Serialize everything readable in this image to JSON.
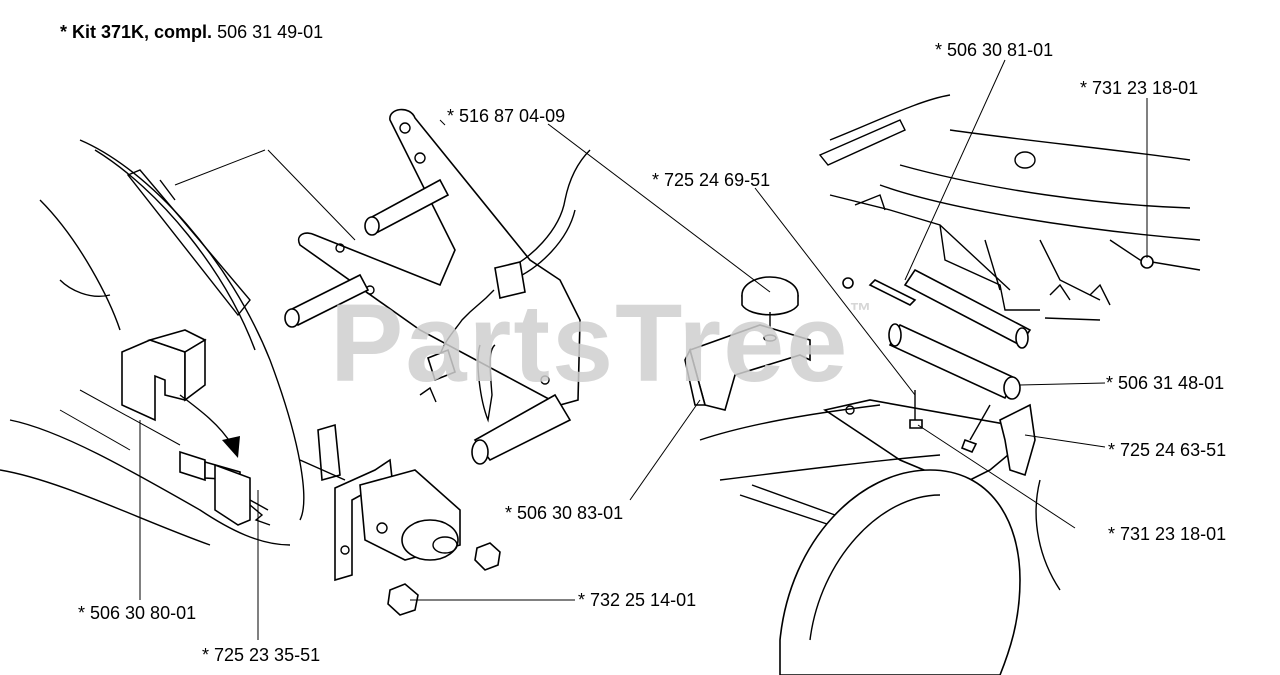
{
  "kit": {
    "prefix": "* ",
    "name": "Kit 371K, compl.",
    "number": "506 31 49-01"
  },
  "watermark": {
    "text": "PartsTree",
    "mark": "™"
  },
  "labels": {
    "p516870409": "* 516 87 04-09",
    "p506308101": "* 506 30 81-01",
    "p731231801a": "* 731 23 18-01",
    "p725246951": "* 725 24 69-51",
    "p506314801": "* 506 31 48-01",
    "p725246351": "* 725 24 63-51",
    "p731231801b": "* 731 23 18-01",
    "p506308301": "* 506 30 83-01",
    "p732251401": "* 732 25 14-01",
    "p506308001": "* 506 30 80-01",
    "p725233551": "* 725 23 35-51"
  }
}
